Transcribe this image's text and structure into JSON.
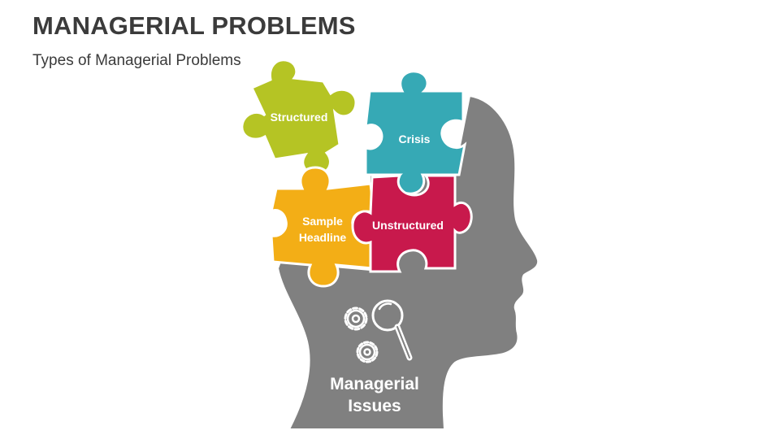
{
  "slide": {
    "title": "MANAGERIAL PROBLEMS",
    "subtitle": "Types of Managerial Problems"
  },
  "diagram": {
    "pieces": [
      {
        "label": "Structured",
        "color": "#b5c424"
      },
      {
        "label": "Crisis",
        "color": "#36a9b5"
      },
      {
        "label_line1": "Sample",
        "label_line2": "Headline",
        "color": "#f3ae16"
      },
      {
        "label": "Unstructured",
        "color": "#c8194c"
      }
    ],
    "head": {
      "color": "#808080",
      "label_line1": "Managerial",
      "label_line2": "Issues",
      "icon": "gears-magnifier-icon"
    }
  }
}
